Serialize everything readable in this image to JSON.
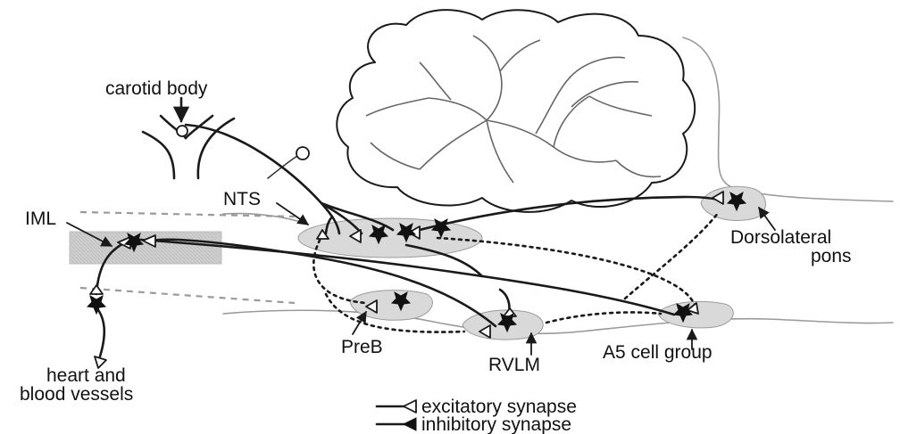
{
  "labels": {
    "carotid_body": "carotid body",
    "nts": "NTS",
    "iml": "IML",
    "dorsolateral_pons_line1": "Dorsolateral",
    "dorsolateral_pons_line2": "pons",
    "preb": "PreB",
    "rvlm": "RVLM",
    "a5_cell_group": "A5 cell group",
    "heart_line1": "heart and",
    "heart_line2": "blood vessels"
  },
  "legend": {
    "excitatory": "excitatory synapse",
    "inhibitory": "inhibitory synapse"
  },
  "colors": {
    "nucleus_fill": "#d9d9d9",
    "line": "#1a1a1a",
    "brainstem_outline": "#9a9a9a"
  }
}
